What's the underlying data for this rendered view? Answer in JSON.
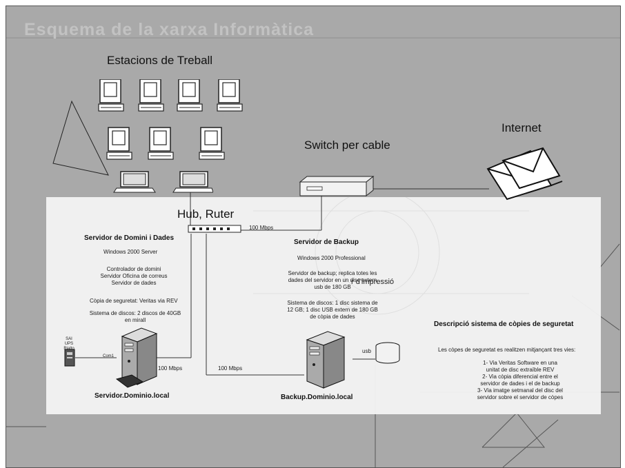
{
  "slide": {
    "title": "Esquema de la xarxa Informàtica"
  },
  "labels": {
    "workstations": "Estacions de Treball",
    "switch": "Switch per cable",
    "internet": "Internet",
    "hub": "Hub, Ruter",
    "link_hub_backup": "100 Mbps",
    "link_hub_server": "100 Mbps",
    "link_hub_backup_low": "100 Mbps",
    "printer_fragment": "r d'impressió"
  },
  "server_domain": {
    "title": "Servidor de Domini i Dades",
    "os": "Windows 2000 Server",
    "roles": [
      "Controlador de domini",
      "Servidor Oficina de correus",
      "Servidor de dades"
    ],
    "backup": "Còpia de seguretat: Veritas via REV",
    "disks": [
      "Sistema de discos: 2 discos de 40GB",
      "en mirall"
    ],
    "hostname": "Servidor.Dominio.local",
    "ups_label": [
      "SAI",
      "UPS Rialto"
    ],
    "com_label": "Com1"
  },
  "server_backup": {
    "title": "Servidor de Backup",
    "os": "Windows 2000 Professional",
    "desc": [
      "Servidor de backup; replica totes les",
      "dades del servidor en un disc extern",
      "usb de 180 GB"
    ],
    "disks": [
      "Sistema de discos: 1 disc sistema de",
      "12 GB; 1 disc USB extern de 180 GB",
      "de còpia de dades"
    ],
    "hostname": "Backup.Dominio.local",
    "usb_label": "usb"
  },
  "backup_system": {
    "title": "Descripció sistema de còpies de seguretat",
    "intro": "Les còpes de seguretat es realitzen mitjançant tres vies:",
    "items": [
      "1- Via Veritas Software en una",
      "unitat de disc extraïble REV",
      "2- Via còpia diferencial entre el",
      "servidor de dades i el de backup",
      "3- Via imatge setmanal del disc del",
      "servidor sobre el servidor de còpes"
    ]
  },
  "colors": {
    "background": "#a9a9a9",
    "panel": "#f3f3f3",
    "line": "#333333"
  },
  "icons": [
    "workstation-icon",
    "laptop-icon",
    "switch-icon",
    "email-icon",
    "hub-icon",
    "server-icon",
    "ups-icon",
    "usb-disk-icon"
  ]
}
